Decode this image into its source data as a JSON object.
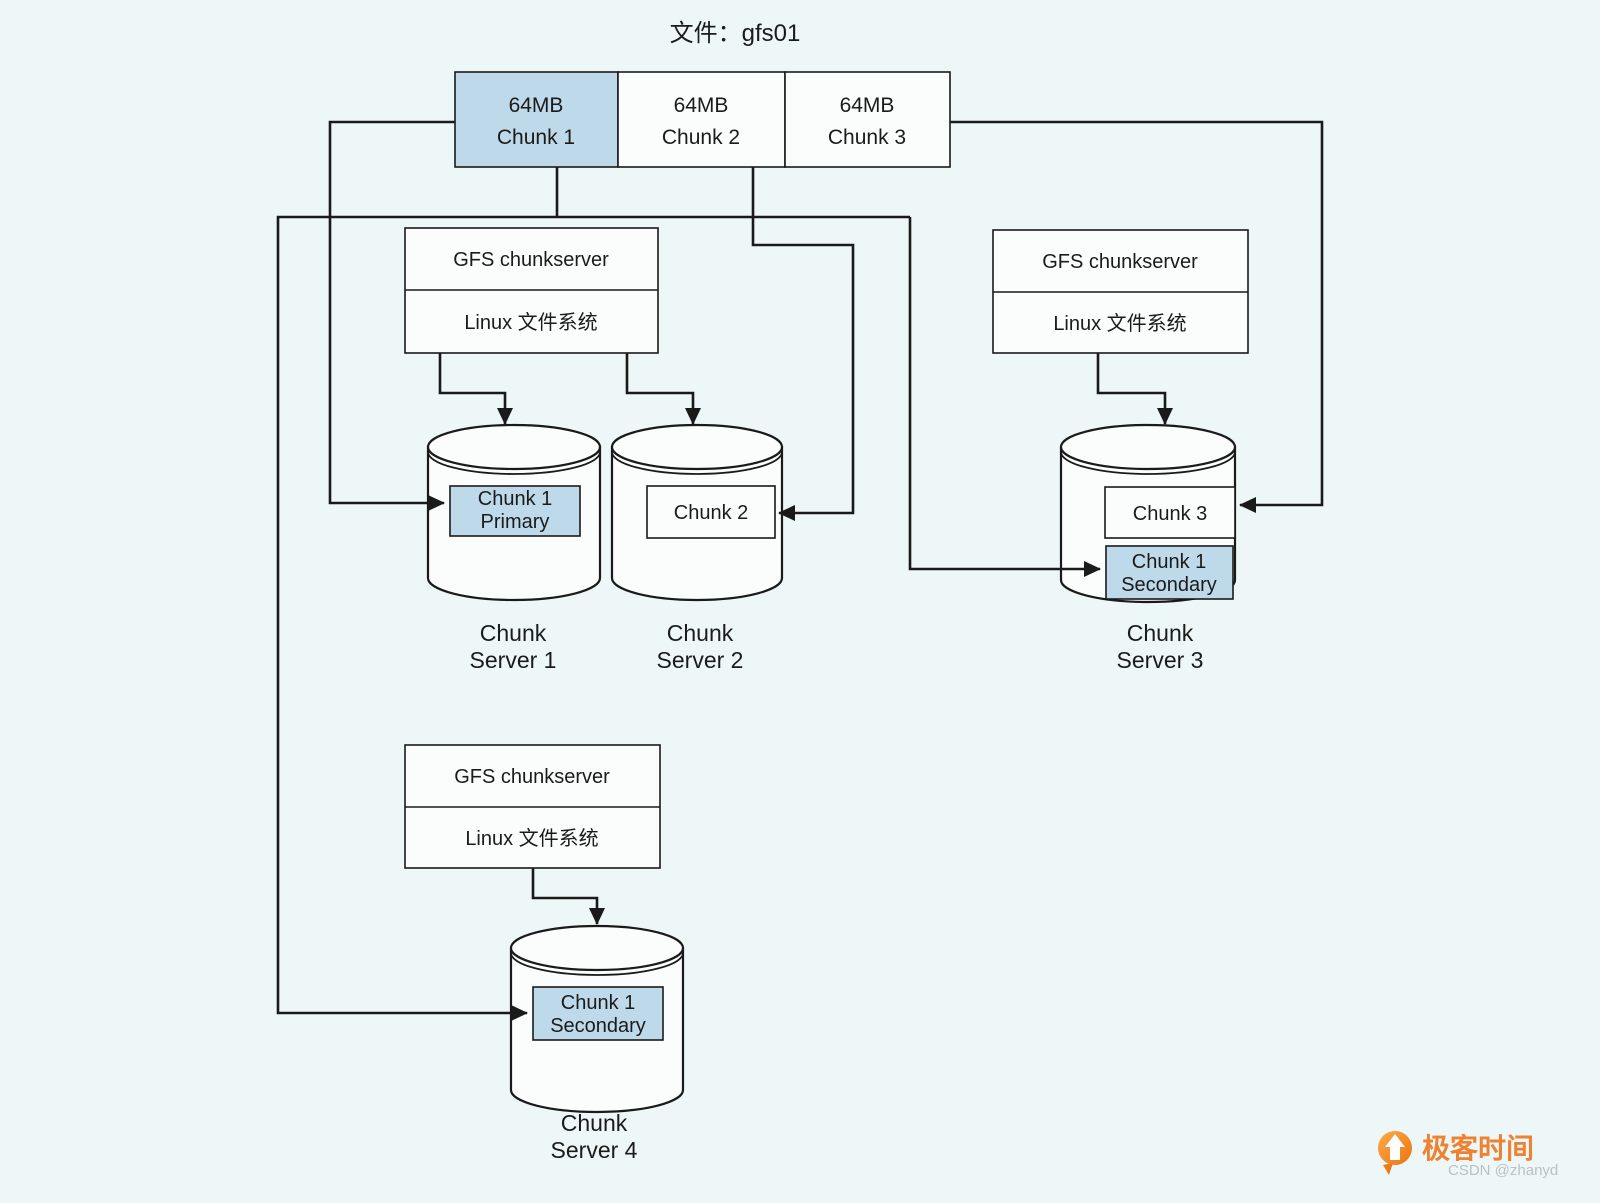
{
  "title": "文件：gfs01",
  "colors": {
    "background": "#edf7f7",
    "chunk_highlight": "#bed9ea",
    "box_fill": "#fbfdfd",
    "line": "#1a1a1a",
    "logo_orange": "#ef8232"
  },
  "file_chunks": [
    {
      "size": "64MB",
      "label": "Chunk 1"
    },
    {
      "size": "64MB",
      "label": "Chunk 2"
    },
    {
      "size": "64MB",
      "label": "Chunk 3"
    }
  ],
  "chunkservers": {
    "server1": {
      "title": "GFS chunkserver",
      "fs": "Linux 文件系统"
    },
    "server3": {
      "title": "GFS chunkserver",
      "fs": "Linux 文件系统"
    },
    "server4": {
      "title": "GFS chunkserver",
      "fs": "Linux 文件系统"
    }
  },
  "disks": {
    "server1": {
      "chunk_primary_line1": "Chunk 1",
      "chunk_primary_line2": "Primary"
    },
    "server2": {
      "chunk": "Chunk 2"
    },
    "server3": {
      "chunk": "Chunk 3",
      "secondary_line1": "Chunk 1",
      "secondary_line2": "Secondary"
    },
    "server4": {
      "secondary_line1": "Chunk 1",
      "secondary_line2": "Secondary"
    }
  },
  "captions": {
    "server1_line1": "Chunk",
    "server1_line2": "Server 1",
    "server2_line1": "Chunk",
    "server2_line2": "Server 2",
    "server3_line1": "Chunk",
    "server3_line2": "Server 3",
    "server4_line1": "Chunk",
    "server4_line2": "Server 4"
  },
  "footer": {
    "logo_text": "极客时间",
    "watermark": "CSDN @zhanyd"
  }
}
